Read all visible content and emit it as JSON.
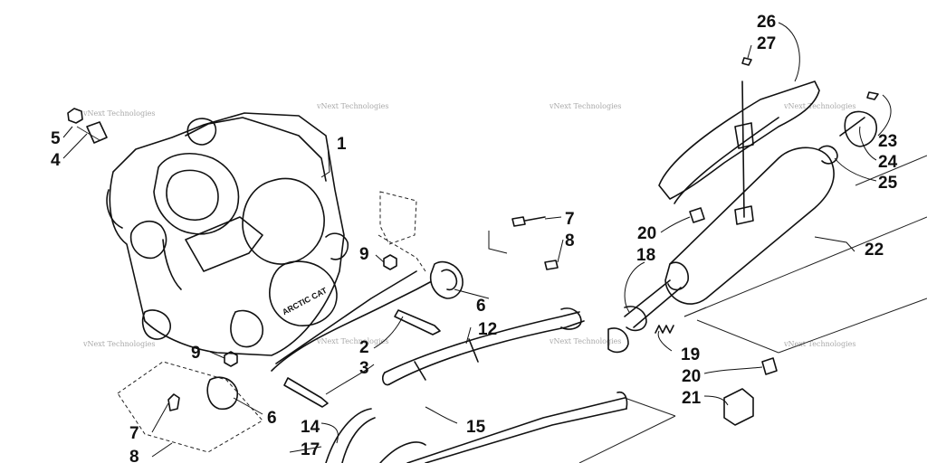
{
  "diagram": {
    "watermark": "vNext Technologies",
    "callouts": [
      {
        "id": "c1",
        "label": "1"
      },
      {
        "id": "c2",
        "label": "2"
      },
      {
        "id": "c3",
        "label": "3"
      },
      {
        "id": "c4",
        "label": "4"
      },
      {
        "id": "c5",
        "label": "5"
      },
      {
        "id": "c6a",
        "label": "6"
      },
      {
        "id": "c6b",
        "label": "6"
      },
      {
        "id": "c7a",
        "label": "7"
      },
      {
        "id": "c7b",
        "label": "7"
      },
      {
        "id": "c8a",
        "label": "8"
      },
      {
        "id": "c8b",
        "label": "8"
      },
      {
        "id": "c9a",
        "label": "9"
      },
      {
        "id": "c9b",
        "label": "9"
      },
      {
        "id": "c12",
        "label": "12"
      },
      {
        "id": "c14",
        "label": "14"
      },
      {
        "id": "c15",
        "label": "15"
      },
      {
        "id": "c17",
        "label": "17"
      },
      {
        "id": "c18",
        "label": "18"
      },
      {
        "id": "c19",
        "label": "19"
      },
      {
        "id": "c20a",
        "label": "20"
      },
      {
        "id": "c20b",
        "label": "20"
      },
      {
        "id": "c21",
        "label": "21"
      },
      {
        "id": "c22",
        "label": "22"
      },
      {
        "id": "c23",
        "label": "23"
      },
      {
        "id": "c24",
        "label": "24"
      },
      {
        "id": "c25",
        "label": "25"
      },
      {
        "id": "c26",
        "label": "26"
      },
      {
        "id": "c27",
        "label": "27"
      }
    ],
    "engine_cover_text": "ARCTIC CAT"
  }
}
